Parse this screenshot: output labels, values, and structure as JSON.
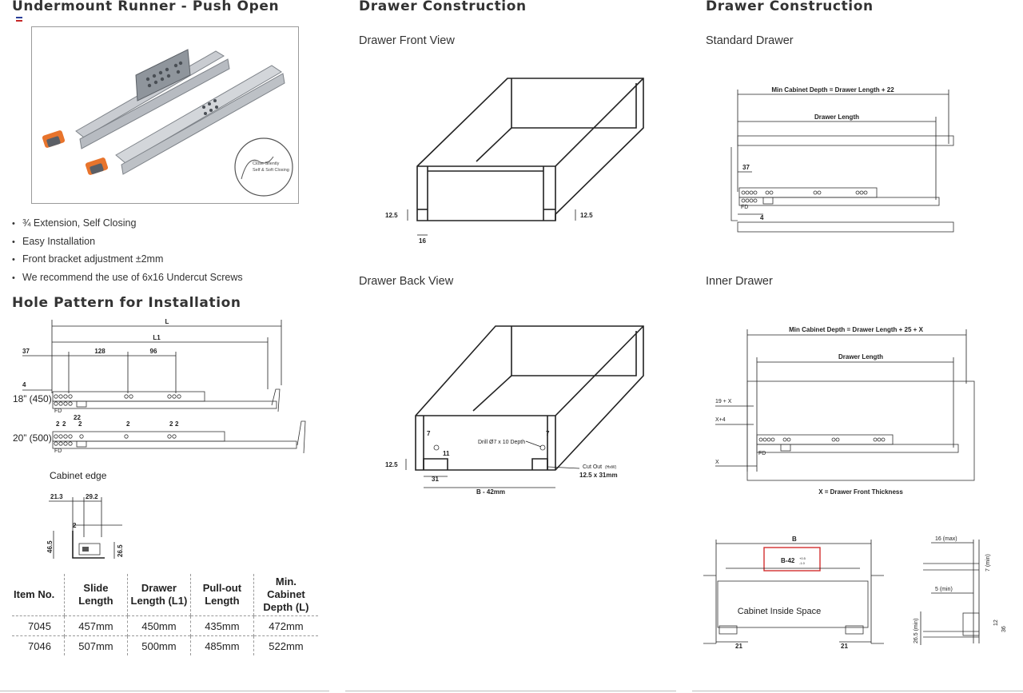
{
  "left": {
    "title": "Undermount Runner - Push Open",
    "photo_badge": "Close Silently Self & Soft Closing",
    "bullets": [
      "¾ Extension, Self Closing",
      "Easy Installation",
      "Front bracket adjustment ±2mm",
      "We recommend the use of 6x16 Undercut Screws"
    ],
    "hole_title": "Hole Pattern for Installation",
    "hole_dims": {
      "L": "L",
      "L1": "L1",
      "d37": "37",
      "d128": "128",
      "d96": "96",
      "d4": "4",
      "d22": "22",
      "d2a": "2",
      "d2b": "2",
      "d2c": "2",
      "d2d": "2",
      "d2e": "2",
      "d2f": "2",
      "fd": "FD"
    },
    "row_labels": [
      "18” (450)",
      "20” (500)"
    ],
    "cabinet_edge": "Cabinet edge",
    "edge_dims": {
      "a": "21.3",
      "b": "29.2",
      "c": "2",
      "d": "46.5",
      "e": "26.5"
    },
    "table": {
      "headers": [
        "Item No.",
        "Slide Length",
        "Drawer Length (L1)",
        "Pull-out Length",
        "Min. Cabinet Depth (L)"
      ],
      "rows": [
        [
          "7045",
          "457mm",
          "450mm",
          "435mm",
          "472mm"
        ],
        [
          "7046",
          "507mm",
          "500mm",
          "485mm",
          "522mm"
        ]
      ]
    }
  },
  "middle": {
    "title": "Drawer Construction",
    "front_view": "Drawer Front View",
    "front_dims": {
      "a": "12.5",
      "b": "12.5",
      "c": "16"
    },
    "back_view": "Drawer Back View",
    "back_dims": {
      "drill": "Drill Ø7 x 10 Depth",
      "d7a": "7",
      "d7b": "7",
      "d11": "11",
      "d125": "12.5",
      "d31": "31",
      "b42": "B - 42mm",
      "cut": "Cut Out",
      "cut_sub": "(HxW)",
      "cut_size": "12.5 x 31mm"
    }
  },
  "right": {
    "title": "Drawer Construction",
    "standard": "Standard Drawer",
    "standard_dims": {
      "min": "Min Cabinet Depth = Drawer Length + 22",
      "len": "Drawer Length",
      "d37": "37",
      "d4": "4",
      "fd": "FD"
    },
    "inner": "Inner Drawer",
    "inner_dims": {
      "min": "Min Cabinet Depth = Drawer Length + 25 + X",
      "len": "Drawer Length",
      "x19": "19 + X",
      "x4": "X+4",
      "x": "X",
      "fd": "FD",
      "note": "X = Drawer Front Thickness"
    },
    "bottom_dims": {
      "b": "B",
      "b42": "B-42",
      "tol_up": "+0.5",
      "tol_dn": "-1.0",
      "space": "Cabinet Inside Space",
      "d21a": "21",
      "d21b": "21",
      "max16": "16 (max)",
      "min5": "5 (min)",
      "min7": "7 (min)",
      "d12": "12",
      "d36": "36",
      "min265": "26.5 (min)"
    }
  }
}
